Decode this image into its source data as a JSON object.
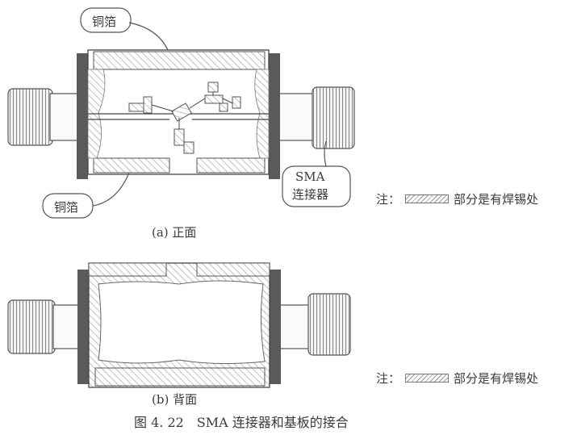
{
  "figure": {
    "caption": "图 4. 22　SMA 连接器和基板的接合",
    "front": {
      "subcaption": "(a) 正面",
      "callout_top": "铜箔",
      "callout_bottom": "铜箔",
      "callout_connector_line1": "SMA",
      "callout_connector_line2": "连接器",
      "note_prefix": "注：",
      "note_suffix": "部分是有焊锡处"
    },
    "back": {
      "subcaption": "(b) 背面",
      "note_prefix": "注：",
      "note_suffix": "部分是有焊锡处"
    }
  },
  "colors": {
    "ink": "#3a3a3a",
    "flange": "#555555",
    "hatch": "#9a9a9a"
  }
}
